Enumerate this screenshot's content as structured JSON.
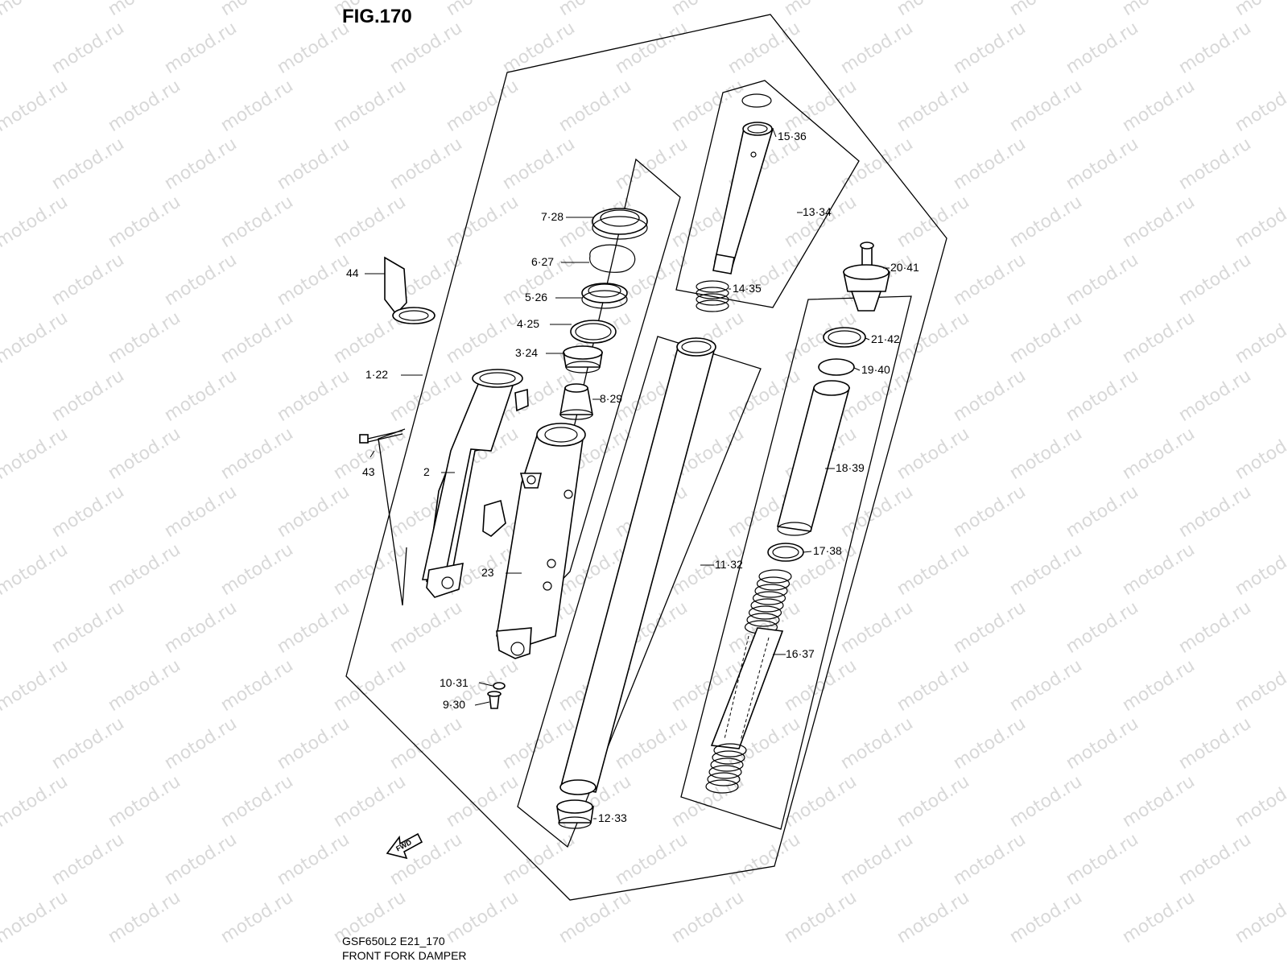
{
  "figure": {
    "title": "FIG.170",
    "model_code": "GSF650L2 E21_170",
    "name": "FRONT FORK DAMPER"
  },
  "watermark": "motod.ru",
  "fwd_label": "FWD",
  "callouts": {
    "c1_22": "1·22",
    "c2": "2",
    "c3_24": "3·24",
    "c4_25": "4·25",
    "c5_26": "5·26",
    "c6_27": "6·27",
    "c7_28": "7·28",
    "c8_29": "8·29",
    "c9_30": "9·30",
    "c10_31": "10·31",
    "c11_32": "11·32",
    "c12_33": "12·33",
    "c13_34": "13·34",
    "c14_35": "14·35",
    "c15_36": "15·36",
    "c16_37": "16·37",
    "c17_38": "17·38",
    "c18_39": "18·39",
    "c19_40": "19·40",
    "c20_41": "20·41",
    "c21_42": "21·42",
    "c23": "23",
    "c43": "43",
    "c44": "44"
  }
}
